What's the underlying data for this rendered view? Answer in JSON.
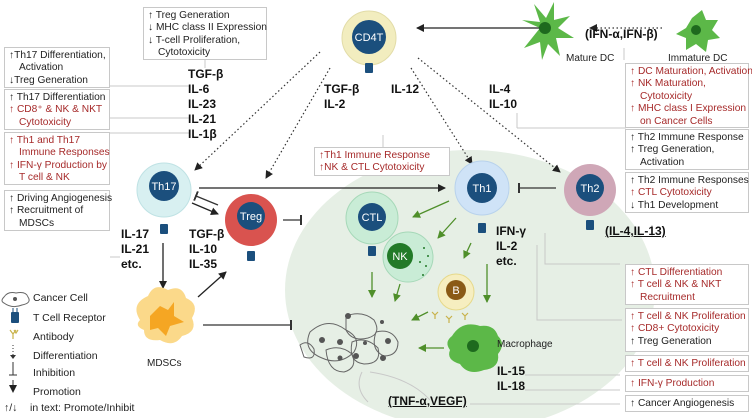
{
  "title": "Cytokine network in tumor immunity",
  "cells": {
    "cd4t": "CD4T",
    "th17": "Th17",
    "treg": "Treg",
    "th1": "Th1",
    "th2": "Th2",
    "ctl": "CTL",
    "nk": "NK",
    "b": "B",
    "mature_dc": "Mature DC",
    "immature_dc": "Immature DC",
    "mdscs": "MDSCs",
    "macrophage": "Macrophage"
  },
  "cytokines": {
    "cd4t_to_th17": [
      "TGF-β",
      "IL-6",
      "IL-23",
      "IL-21",
      "IL-1β"
    ],
    "cd4t_to_treg": [
      "TGF-β",
      "IL-2"
    ],
    "cd4t_to_th1": [
      "IL-12"
    ],
    "cd4t_to_th2": [
      "IL-4",
      "IL-10"
    ],
    "dc_signal": "(IFN-α,IFN-β)",
    "th17_out": [
      "IL-17",
      "IL-21",
      "etc."
    ],
    "treg_out": [
      "TGF-β",
      "IL-10",
      "IL-35"
    ],
    "th1_out": [
      "IFN-γ",
      "IL-2",
      "etc."
    ],
    "th2_out": "(IL-4,IL-13)",
    "macrophage_out": [
      "IL-15",
      "IL-18"
    ],
    "tumor_out": "(TNF-α,VEGF)"
  },
  "boxes": {
    "treg_effects": [
      {
        "arrow": "↑",
        "text": "Treg Generation",
        "color": "black"
      },
      {
        "arrow": "↓",
        "text": "MHC class II Expression",
        "color": "black"
      },
      {
        "arrow": "↓",
        "text": "T-cell Proliferation,",
        "color": "black"
      },
      {
        "arrow": "",
        "text": "Cytotoxicity",
        "color": "black"
      }
    ],
    "tgfb_effects": [
      {
        "arrow": "↑",
        "text": "Th17 Differentiation,",
        "color": "black"
      },
      {
        "arrow": "",
        "text": "Activation",
        "color": "black"
      },
      {
        "arrow": "↓",
        "text": "Treg Generation",
        "color": "black"
      }
    ],
    "il21_effects": [
      {
        "arrow": "↑",
        "text": "Th17 Differentiation",
        "color": "black"
      },
      {
        "arrow": "↑",
        "text": "CD8⁺ & NK & NKT",
        "color": "red"
      },
      {
        "arrow": "",
        "text": "Cytotoxicity",
        "color": "red"
      }
    ],
    "il1b_effects": [
      {
        "arrow": "↑",
        "text": "Th1 and Th17",
        "color": "red"
      },
      {
        "arrow": "",
        "text": "Immune Responses",
        "color": "red"
      },
      {
        "arrow": "↑",
        "text": "IFN-γ Production by",
        "color": "red"
      },
      {
        "arrow": "",
        "text": "T cell & NK",
        "color": "red"
      }
    ],
    "il17_effects": [
      {
        "arrow": "↑",
        "text": "Driving Angiogenesis",
        "color": "black"
      },
      {
        "arrow": "↑",
        "text": "Recruitment of",
        "color": "black"
      },
      {
        "arrow": "",
        "text": "MDSCs",
        "color": "black"
      }
    ],
    "il12_effects": [
      {
        "arrow": "↑",
        "text": "Th1 Immune Response",
        "color": "red"
      },
      {
        "arrow": "↑",
        "text": "NK & CTL Cytotoxicity",
        "color": "red"
      }
    ],
    "ifn_effects": [
      {
        "arrow": "↑",
        "text": "DC Maturation, Activation",
        "color": "red"
      },
      {
        "arrow": "↑",
        "text": "NK Maturation,",
        "color": "red"
      },
      {
        "arrow": "",
        "text": "Cytotoxicity",
        "color": "red"
      },
      {
        "arrow": "↑",
        "text": "MHC class I Expression",
        "color": "red"
      },
      {
        "arrow": "",
        "text": "on Cancer Cells",
        "color": "red"
      }
    ],
    "il10_effects": [
      {
        "arrow": "↑",
        "text": "Th2 Immune Response",
        "color": "black"
      },
      {
        "arrow": "↑",
        "text": "Treg Generation,",
        "color": "black"
      },
      {
        "arrow": "",
        "text": "Activation",
        "color": "black"
      }
    ],
    "th2_effects": [
      {
        "arrow": "↑",
        "text": "Th2 Immune Responses",
        "color": "black"
      },
      {
        "arrow": "↑",
        "text": "CTL Cytotoxicity",
        "color": "red"
      },
      {
        "arrow": "↓",
        "text": "Th1 Development",
        "color": "black"
      }
    ],
    "ifng_effects": [
      {
        "arrow": "↑",
        "text": "CTL Differentiation",
        "color": "red"
      },
      {
        "arrow": "↑",
        "text": "T cell & NK & NKT",
        "color": "red"
      },
      {
        "arrow": "",
        "text": "Recruitment",
        "color": "red"
      }
    ],
    "il2_effects": [
      {
        "arrow": "↑",
        "text": "T cell & NK Proliferation",
        "color": "red"
      },
      {
        "arrow": "↑",
        "text": "CD8+ Cytotoxicity",
        "color": "red"
      },
      {
        "arrow": "↑",
        "text": "Treg Generation",
        "color": "black"
      }
    ],
    "il15_effects": [
      {
        "arrow": "↑",
        "text": "T cell & NK Proliferation",
        "color": "red"
      }
    ],
    "il18_effects": [
      {
        "arrow": "↑",
        "text": "IFN-γ Production",
        "color": "red"
      }
    ],
    "tnf_effects": [
      {
        "arrow": "↑",
        "text": "Cancer Angiogenesis",
        "color": "black"
      }
    ]
  },
  "legend": [
    {
      "icon": "cancer-cell-icon",
      "label": "Cancer Cell"
    },
    {
      "icon": "t-cell-receptor-icon",
      "label": "T Cell Receptor"
    },
    {
      "icon": "antibody-icon",
      "label": "Antibody"
    },
    {
      "icon": "dotted-arrow-icon",
      "label": "Differentiation"
    },
    {
      "icon": "inhibition-icon",
      "label": "Inhibition"
    },
    {
      "icon": "promotion-arrow-icon",
      "label": "Promotion"
    },
    {
      "icon": "updown-arrow-icon",
      "symbol": "↑/↓",
      "label": "in text:  Promote/Inhibit"
    }
  ],
  "colors": {
    "red_text": "#a62a2a",
    "cell_nucleus": "#1b4f7d",
    "cd4t_body": "#f2edbf",
    "th17_body": "#d8f0f1",
    "treg_body": "#d9534f",
    "th1_body": "#cfe3f7",
    "th2_body": "#cfa7b7",
    "ctl_body": "#c9ecd6",
    "nk_body": "#c9ecd6",
    "nk_nucleus": "#227a28",
    "b_body": "#f6eec0",
    "b_nucleus": "#8a5a16",
    "dc_green": "#5cb848",
    "tumor_zone": "#e6efe5",
    "promo_green": "#4f8f2a"
  }
}
